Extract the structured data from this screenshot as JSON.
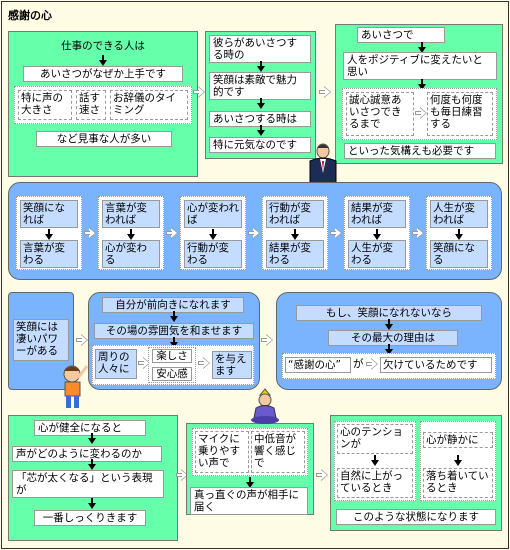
{
  "title": "感謝の心",
  "top1": {
    "l1": "仕事のできる人は",
    "l2": "あいさつがなぜか上手です",
    "c1": "特に声の大きさ",
    "c2": "話す速さ",
    "c3": "お辞儀のタイミング",
    "l3": "など見事な人が多い"
  },
  "top2": {
    "l1": "彼らがあいさつする時の",
    "l2": "笑顔は素敵で魅力的です",
    "l3": "あいさつする時は",
    "l4": "特に元気なのです"
  },
  "top3": {
    "l1": "あいさつで",
    "l2": "人をポジティブに変えたいと思い",
    "c1": "誠心誠意あいさつできるまで",
    "c2": "何度も何度も毎日練習する",
    "l3": "といった気構えも必要です"
  },
  "chain": [
    {
      "top": "笑顔になれば",
      "bottom": "言葉が変わる"
    },
    {
      "top": "言葉が変われば",
      "bottom": "心が変わる"
    },
    {
      "top": "心が変われば",
      "bottom": "行動が変わる"
    },
    {
      "top": "行動が変われば",
      "bottom": "結果が変わる"
    },
    {
      "top": "結果が変われば",
      "bottom": "人生が変わる"
    },
    {
      "top": "人生が変われば",
      "bottom": "笑顔になる"
    }
  ],
  "mid": {
    "left": "笑顔には凄いパワーがある",
    "c1": "自分が前向きになれます",
    "c2": "その場の雰囲気を和ませます",
    "c3": "周りの人々に",
    "c4a": "楽しさ",
    "c4b": "安心感",
    "c5": "を与えます",
    "r1": "もし、笑顔になれないなら",
    "r2": "その最大の理由は",
    "r3a": "“感謝の心”",
    "r3b": "が",
    "r3c": "欠けているためです"
  },
  "bot1": {
    "l1": "心が健全になると",
    "l2": "声がどのように変わるのか",
    "l3": "「芯が太くなる」という表現が",
    "l4": "一番しっくりきます"
  },
  "bot2": {
    "c1": "マイクに乗りやすい声で",
    "c2": "中低音が響く感じで",
    "l1": "真っ直ぐの声が相手に届く"
  },
  "bot3": {
    "c1": "心のテンションが",
    "c1b": "自然に上がっているとき",
    "c2": "心が静かに",
    "c2b": "落ち着いているとき",
    "l1": "このような状態になります"
  }
}
